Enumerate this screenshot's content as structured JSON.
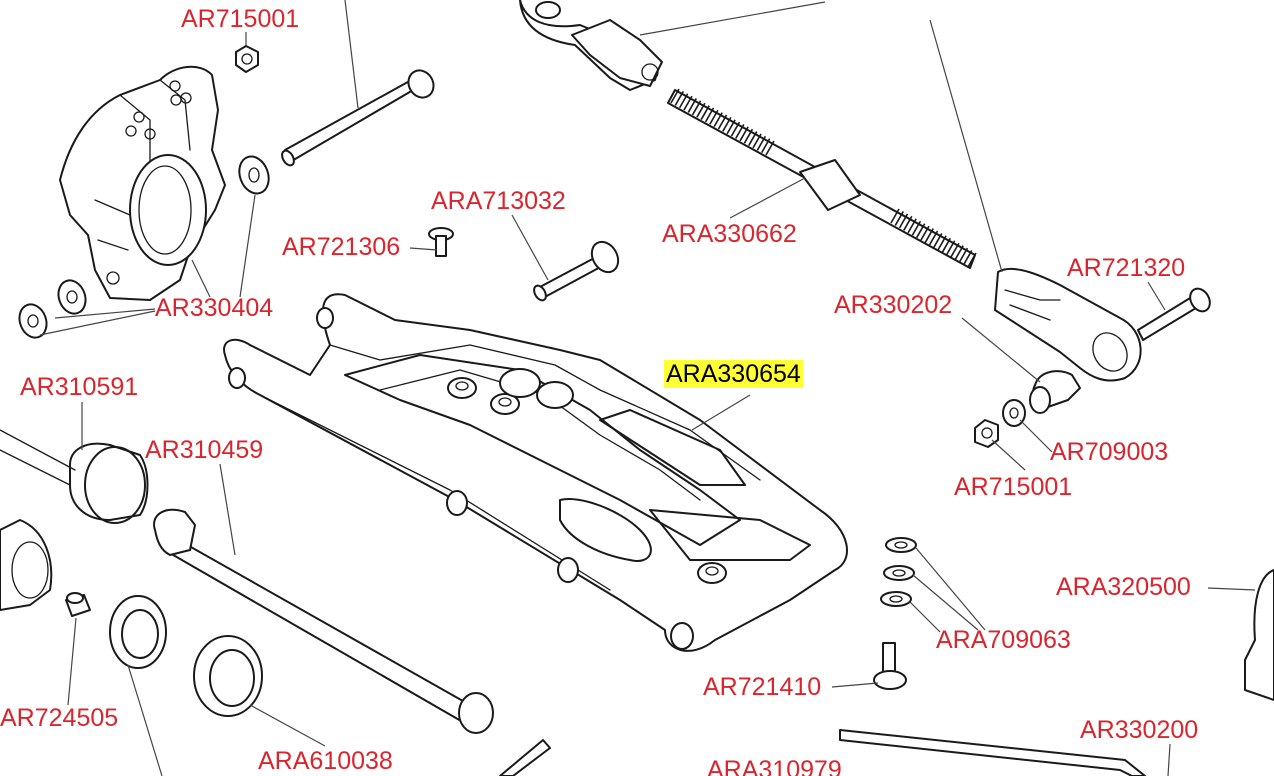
{
  "colors": {
    "label_text": "#d9262e",
    "highlight_bg": "#ffff33",
    "highlight_text": "#000000",
    "line_art": "#1a1a1a",
    "background": "#ffffff"
  },
  "labels": [
    {
      "id": "ar715001-top",
      "text": "AR715001",
      "highlighted": false
    },
    {
      "id": "ara713032",
      "text": "ARA713032",
      "highlighted": false
    },
    {
      "id": "ar721306",
      "text": "AR721306",
      "highlighted": false
    },
    {
      "id": "ara330662",
      "text": "ARA330662",
      "highlighted": false
    },
    {
      "id": "ar721320",
      "text": "AR721320",
      "highlighted": false
    },
    {
      "id": "ar330202",
      "text": "AR330202",
      "highlighted": false
    },
    {
      "id": "ar330404",
      "text": "AR330404",
      "highlighted": false
    },
    {
      "id": "ara330654",
      "text": "ARA330654",
      "highlighted": true
    },
    {
      "id": "ar310591",
      "text": "AR310591",
      "highlighted": false
    },
    {
      "id": "ar310459",
      "text": "AR310459",
      "highlighted": false
    },
    {
      "id": "ar709003",
      "text": "AR709003",
      "highlighted": false
    },
    {
      "id": "ar715001-right",
      "text": "AR715001",
      "highlighted": false
    },
    {
      "id": "ara320500",
      "text": "ARA320500",
      "highlighted": false
    },
    {
      "id": "ara709063",
      "text": "ARA709063",
      "highlighted": false
    },
    {
      "id": "ar721410",
      "text": "AR721410",
      "highlighted": false
    },
    {
      "id": "ar724505",
      "text": "AR724505",
      "highlighted": false
    },
    {
      "id": "ar330200",
      "text": "AR330200",
      "highlighted": false
    },
    {
      "id": "ara610038",
      "text": "ARA610038",
      "highlighted": false
    },
    {
      "id": "ara310979",
      "text": "ARA310979",
      "highlighted": false
    }
  ]
}
